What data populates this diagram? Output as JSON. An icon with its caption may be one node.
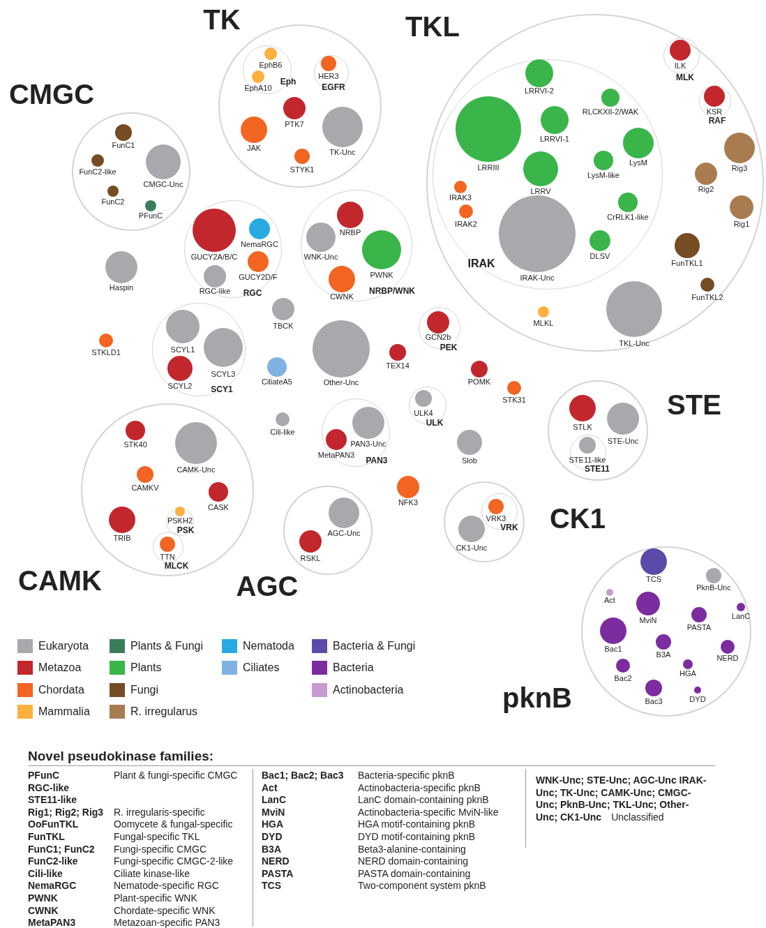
{
  "diagram": {
    "nodes": [
      {
        "text": [
          "TK"
        ]
      },
      {
        "text": [
          "Eph"
        ],
        "in": 0
      },
      {
        "text": [
          "EphB6"
        ],
        "in": 1
      },
      {
        "text": [
          "EphA10"
        ],
        "in": 1
      },
      {
        "text": [
          "EGFR"
        ],
        "in": 0
      },
      {
        "text": [
          "HER3"
        ],
        "in": 4
      },
      {
        "text": [
          "PTK7"
        ],
        "in": 0
      },
      {
        "text": [
          "JAK"
        ],
        "in": 0
      },
      {
        "text": [
          "TK-Unc"
        ],
        "in": 0
      },
      {
        "text": [
          "STYK1"
        ],
        "in": 0
      },
      {
        "text": [
          "TKL"
        ]
      },
      {
        "text": [
          "IRAK"
        ],
        "in": 10
      },
      {
        "text": [
          "LRRVI-2"
        ],
        "in": 11
      },
      {
        "text": [
          "LRRIII"
        ],
        "in": 11
      },
      {
        "text": [
          "LRRVI-1"
        ],
        "in": 11
      },
      {
        "text": [
          "RLCKXII-2/WAK"
        ],
        "in": 11
      },
      {
        "text": [
          "LysM"
        ],
        "in": 11
      },
      {
        "text": [
          "LRRV"
        ],
        "in": 11
      },
      {
        "text": [
          "LysM-like"
        ],
        "in": 11
      },
      {
        "text": [
          "IRAK3"
        ],
        "in": 11
      },
      {
        "text": [
          "CrRLK1-like"
        ],
        "in": 11
      },
      {
        "text": [
          "IRAK2"
        ],
        "in": 11
      },
      {
        "text": [
          "IRAK-Unc"
        ],
        "in": 11
      },
      {
        "text": [
          "DLSV"
        ],
        "in": 11
      },
      {
        "text": [
          "MLK"
        ],
        "in": 10
      },
      {
        "text": [
          "ILK"
        ],
        "in": 24
      },
      {
        "text": [
          "RAF"
        ],
        "in": 10
      },
      {
        "text": [
          "KSR"
        ],
        "in": 26
      },
      {
        "text": [
          "Rig3"
        ],
        "in": 10
      },
      {
        "text": [
          "Rig2"
        ],
        "in": 10
      },
      {
        "text": [
          "Rig1"
        ],
        "in": 10
      },
      {
        "text": [
          "FunTKL1"
        ],
        "in": 10
      },
      {
        "text": [
          "FunTKL2"
        ],
        "in": 10
      },
      {
        "text": [
          "MLKL"
        ],
        "in": 10
      },
      {
        "text": [
          "TKL-Unc"
        ],
        "in": 10
      },
      {
        "text": [
          "CMGC"
        ]
      },
      {
        "text": [
          "FunC1"
        ],
        "in": 35
      },
      {
        "text": [
          "FunC2-like"
        ],
        "in": 35
      },
      {
        "text": [
          "CMGC-Unc"
        ],
        "in": 35
      },
      {
        "text": [
          "FunC2"
        ],
        "in": 35
      },
      {
        "text": [
          "PFunC"
        ],
        "in": 35
      },
      {
        "text": [
          "RGC"
        ]
      },
      {
        "text": [
          "GUCY2A/B/C"
        ],
        "in": 41
      },
      {
        "text": [
          "NemaRGC"
        ],
        "in": 41
      },
      {
        "text": [
          "GUCY2D/F"
        ],
        "in": 41
      },
      {
        "text": [
          "RGC-like"
        ],
        "in": 41
      },
      {
        "text": [
          "Haspin"
        ]
      },
      {
        "text": [
          "NRBP/WNK"
        ]
      },
      {
        "text": [
          "NRBP"
        ],
        "in": 47
      },
      {
        "text": [
          "WNK-Unc"
        ],
        "in": 47
      },
      {
        "text": [
          "PWNK"
        ],
        "in": 47
      },
      {
        "text": [
          "CWNK"
        ],
        "in": 47
      },
      {
        "text": [
          "TBCK"
        ]
      },
      {
        "text": [
          "SCY1"
        ]
      },
      {
        "text": [
          "SCYL1"
        ],
        "in": 53
      },
      {
        "text": [
          "SCYL3"
        ],
        "in": 53
      },
      {
        "text": [
          "SCYL2"
        ],
        "in": 53
      },
      {
        "text": [
          "STKLD1"
        ]
      },
      {
        "text": [
          "PEK"
        ]
      },
      {
        "text": [
          "GCN2b"
        ],
        "in": 58
      },
      {
        "text": [
          "CiliateA5"
        ]
      },
      {
        "text": [
          "Other-Unc"
        ]
      },
      {
        "text": [
          "TEX14"
        ]
      },
      {
        "text": [
          "POMK"
        ]
      },
      {
        "text": [
          "STK31"
        ]
      },
      {
        "text": [
          "STE"
        ]
      },
      {
        "text": [
          "STLK"
        ],
        "in": 65
      },
      {
        "text": [
          "STE-Unc"
        ],
        "in": 65
      },
      {
        "text": [
          "STE11"
        ],
        "in": 65
      },
      {
        "text": [
          "STE11-like"
        ],
        "in": 68
      },
      {
        "text": [
          "ULK"
        ]
      },
      {
        "text": [
          "ULK4"
        ],
        "in": 70
      },
      {
        "text": [
          "Cili-like"
        ]
      },
      {
        "text": [
          "PAN3"
        ]
      },
      {
        "text": [
          "PAN3-Unc"
        ],
        "in": 73
      },
      {
        "text": [
          "MetaPAN3"
        ],
        "in": 73
      },
      {
        "text": [
          "Slob"
        ]
      },
      {
        "text": [
          "CAMK"
        ]
      },
      {
        "text": [
          "STK40"
        ],
        "in": 77
      },
      {
        "text": [
          "CAMK-Unc"
        ],
        "in": 77
      },
      {
        "text": [
          "CAMKV"
        ],
        "in": 77
      },
      {
        "text": [
          "CASK"
        ],
        "in": 77
      },
      {
        "text": [
          "TRIB"
        ],
        "in": 77
      },
      {
        "text": [
          "PSK"
        ],
        "in": 77
      },
      {
        "text": [
          "PSKH2"
        ],
        "in": 83
      },
      {
        "text": [
          "MLCK"
        ],
        "in": 77
      },
      {
        "text": [
          "TTN"
        ],
        "in": 85
      },
      {
        "text": [
          "NFK3"
        ]
      },
      {
        "text": [
          "CK1"
        ]
      },
      {
        "text": [
          "VRK"
        ],
        "in": 88
      },
      {
        "text": [
          "VRK3"
        ],
        "in": 89
      },
      {
        "text": [
          "CK1-Unc"
        ],
        "in": 88
      },
      {
        "text": [
          "AGC"
        ]
      },
      {
        "text": [
          "AGC-Unc"
        ],
        "in": 92
      },
      {
        "text": [
          "RSKL"
        ],
        "in": 92
      },
      {
        "text": [
          "pknB"
        ]
      },
      {
        "text": [
          "TCS"
        ],
        "in": 95
      },
      {
        "text": [
          "PknB-Unc"
        ],
        "in": 95
      },
      {
        "text": [
          "Act"
        ],
        "in": 95
      },
      {
        "text": [
          "MviN"
        ],
        "in": 95
      },
      {
        "text": [
          "LanC"
        ],
        "in": 95
      },
      {
        "text": [
          "PASTA"
        ],
        "in": 95
      },
      {
        "text": [
          "Bac1"
        ],
        "in": 95
      },
      {
        "text": [
          "B3A"
        ],
        "in": 95
      },
      {
        "text": [
          "NERD"
        ],
        "in": 95
      },
      {
        "text": [
          "Bac2"
        ],
        "in": 95
      },
      {
        "text": [
          "HGA"
        ],
        "in": 95
      },
      {
        "text": [
          "Bac3"
        ],
        "in": 95
      },
      {
        "text": [
          "DYD"
        ],
        "in": 95
      }
    ],
    "labels": [
      "Novel pseudokinase families:",
      "PFunC",
      "Plant & fungi-specific CMGC",
      "Bac1; Bac2; Bac3",
      "Bacteria-specific pknB",
      "WNK-Unc; STE-Unc; AGC-Unc IRAK-Unc; TK-Unc; CAMK-Unc; CMGC-Unc; PknB-Unc; TKL-Unc; Other-Unc; CK1-Unc",
      "Unclassified",
      "RGC-like",
      "Act",
      "Actinobacteria-specific pknB",
      "STE11-like",
      "LanC",
      "LanC domain-containing pknB",
      "Rig1; Rig2; Rig3",
      "R. irregularis-specific",
      "MviN",
      "Actinobacteria-specific MviN-like",
      "OoFunTKL",
      "Oomycete & fungal-specific",
      "HGA",
      "HGA motif-containing pknB",
      "FunTKL",
      "Fungal-specific TKL",
      "DYD",
      "DYD motif-containing pknB",
      "FunC1; FunC2",
      "Fungi-specific CMGC",
      "B3A",
      "Beta3-alanine-containing",
      "FunC2-like",
      "Fungi-specific CMGC-2-like",
      "NERD",
      "NERD domain-containing",
      "Cili-like",
      "Ciliate kinase-like",
      "PASTA",
      "PASTA domain-containing",
      "NemaRGC",
      "Nematode-specific RGC",
      "TCS",
      "Two-component system pknB",
      "PWNK",
      "Plant-specific WNK",
      "CWNK",
      "Chordate-specific WNK",
      "MetaPAN3",
      "Metazoan-specific PAN3"
    ],
    "legend": [
      {
        "text": "Eukaryota",
        "color": "#a7a9ac"
      },
      {
        "text": "Metazoa",
        "color": "#c1272d"
      },
      {
        "text": "Chordata",
        "color": "#f26522"
      },
      {
        "text": "Mammalia",
        "color": "#fbb040"
      },
      {
        "text": "Plants & Fungi",
        "color": "#3a7d5a"
      },
      {
        "text": "Plants",
        "color": "#39b54a"
      },
      {
        "text": "Fungi",
        "color": "#754c24"
      },
      {
        "text": "R. irregularus",
        "color": "#a97c50"
      },
      {
        "text": "Nematoda",
        "color": "#27aae1"
      },
      {
        "text": "Ciliates",
        "color": "#7fb2e0"
      },
      {
        "text": "Bacteria & Fungi",
        "color": "#5b4aa8"
      },
      {
        "text": "Bacteria",
        "color": "#7b2c9f"
      },
      {
        "text": "Actinobacteria",
        "color": "#c89bd0"
      }
    ]
  }
}
